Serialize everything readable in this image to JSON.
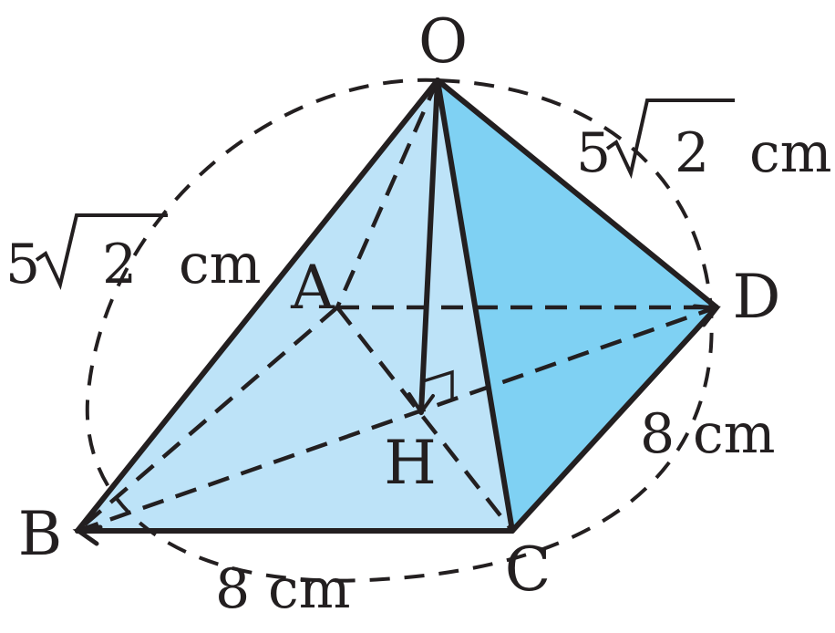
{
  "diagram": {
    "vertices": {
      "O": "O",
      "A": "A",
      "B": "B",
      "C": "C",
      "D": "D",
      "H": "H"
    },
    "measurements": {
      "ob_value": "5",
      "ob_radicand": "2",
      "ob_unit": "cm",
      "od_value": "5",
      "od_radicand": "2",
      "od_unit": "cm",
      "cd_value": "8",
      "cd_unit": "cm",
      "bc_value": "8",
      "bc_unit": "cm"
    },
    "colors": {
      "front_face": "#bde3f8",
      "side_face": "#7fd1f3",
      "stroke": "#231f20"
    }
  }
}
